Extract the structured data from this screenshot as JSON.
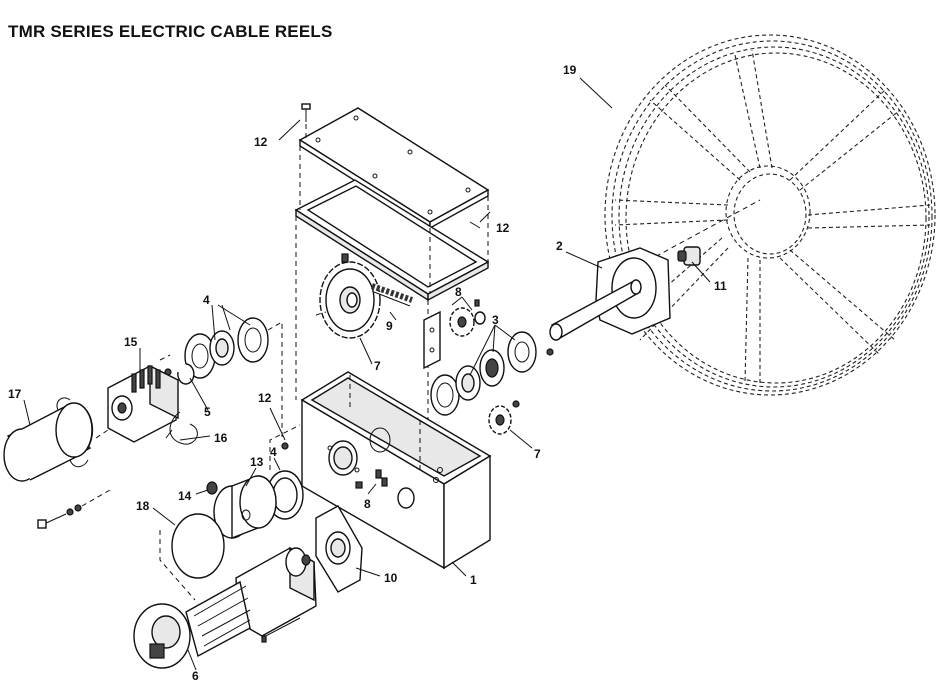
{
  "title": "TMR SERIES ELECTRIC CABLE REELS",
  "callouts": {
    "c1": "1",
    "c2": "2",
    "c3": "3",
    "c4a": "4",
    "c4b": "4",
    "c5": "5",
    "c6": "6",
    "c7a": "7",
    "c7b": "7",
    "c8a": "8",
    "c8b": "8",
    "c9": "9",
    "c10": "10",
    "c11": "11",
    "c12a": "12",
    "c12b": "12",
    "c12c": "12",
    "c13": "13",
    "c14": "14",
    "c15": "15",
    "c16": "16",
    "c17": "17",
    "c18": "18",
    "c19": "19"
  },
  "colors": {
    "line": "#111111",
    "background": "#ffffff",
    "shade": "#e8e8e8"
  }
}
